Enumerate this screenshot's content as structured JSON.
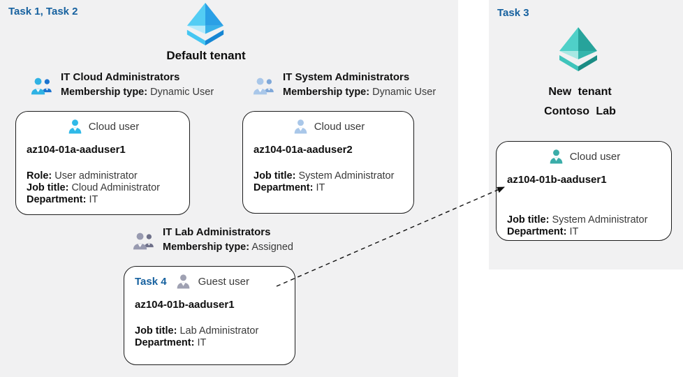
{
  "colors": {
    "panel": "#f1f1f2",
    "task-label": "#16619f",
    "card-border": "#1c1c1c",
    "card-bg": "#ffffff",
    "text": "#3a3a3a",
    "text-strong": "#0e0e0e",
    "user-cyan": "#2fb9e8",
    "user-pale": "#a9c7e9",
    "user-gray": "#9fa1b2",
    "user-teal": "#3aada9",
    "grp-cloud-front": "#2fb2e4",
    "grp-cloud-back": "#1a73cf",
    "grp-system-front": "#a9c7e9",
    "grp-system-back": "#7fa8d9",
    "grp-lab-front": "#989ab0",
    "grp-lab-back": "#6e7089",
    "tenant-blue-ul": "#53cdf4",
    "tenant-blue-ur": "#2aa0e6",
    "tenant-blue-ll": "#b5eafb",
    "tenant-blue-lr": "#38b1e9",
    "tenant-blue-cl": "#45c6f2",
    "tenant-blue-cr": "#1686d3",
    "tenant-teal-ul": "#4fd0c8",
    "tenant-teal-ur": "#27a39b",
    "tenant-teal-ll": "#a8e8e3",
    "tenant-teal-lr": "#35b5ac",
    "tenant-teal-cl": "#3fc4bb",
    "tenant-teal-cr": "#1b8c84",
    "arrow": "#111111"
  },
  "icons": {
    "default_tenant": "azure-ad-tenant-icon",
    "new_tenant": "azure-ad-tenant-icon-teal",
    "groups": "user-group-icon",
    "cloud_user": "cloud-user-icon",
    "guest_user": "guest-user-icon",
    "arrow": "guest-invitation-dashed-arrow"
  },
  "left": {
    "task_label": "Task 1, Task 2",
    "tenant_name": "Default tenant",
    "groups": {
      "cloud": {
        "title": "IT Cloud Administrators",
        "membership_label": "Membership type:",
        "membership_value": "Dynamic User"
      },
      "system": {
        "title": "IT System Administrators",
        "membership_label": "Membership type:",
        "membership_value": "Dynamic User"
      },
      "lab": {
        "title": "IT Lab Administrators",
        "membership_label": "Membership type:",
        "membership_value": "Assigned"
      }
    }
  },
  "right": {
    "task_label": "Task 3",
    "tenant_name_line1": "New tenant",
    "tenant_name_line2": "Contoso Lab"
  },
  "cards": {
    "card1": {
      "kind": "Cloud user",
      "name": "az104-01a-aaduser1",
      "fields": [
        {
          "label": "Role:",
          "value": "User administrator"
        },
        {
          "label": "Job title:",
          "value": "Cloud Administrator"
        },
        {
          "label": "Department:",
          "value": "IT"
        }
      ]
    },
    "card2": {
      "kind": "Cloud user",
      "name": "az104-01a-aaduser2",
      "fields": [
        {
          "label": "Job title:",
          "value": "System Administrator"
        },
        {
          "label": "Department:",
          "value": "IT"
        }
      ]
    },
    "card3": {
      "task_label": "Task 4",
      "kind": "Guest user",
      "name": "az104-01b-aaduser1",
      "fields": [
        {
          "label": "Job title:",
          "value": "Lab Administrator"
        },
        {
          "label": "Department:",
          "value": "IT"
        }
      ]
    },
    "card4": {
      "kind": "Cloud user",
      "name": "az104-01b-aaduser1",
      "fields": [
        {
          "label": "Job title:",
          "value": "System Administrator"
        },
        {
          "label": "Department:",
          "value": "IT"
        }
      ]
    }
  }
}
